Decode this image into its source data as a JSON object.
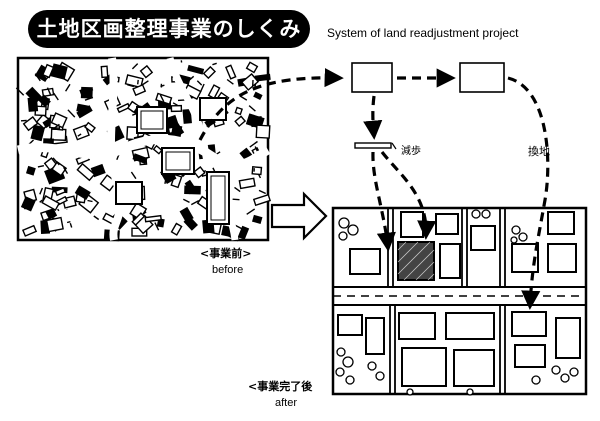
{
  "header": {
    "title": "土地区画整理事業のしくみ",
    "subtitle": "System of land readjustment project"
  },
  "labels": {
    "before_jp": "<事業前>",
    "before_en": "before",
    "after_jp": "<事業完了後",
    "after_en": "after",
    "reduction": "減歩",
    "replotting": "換地"
  }
}
